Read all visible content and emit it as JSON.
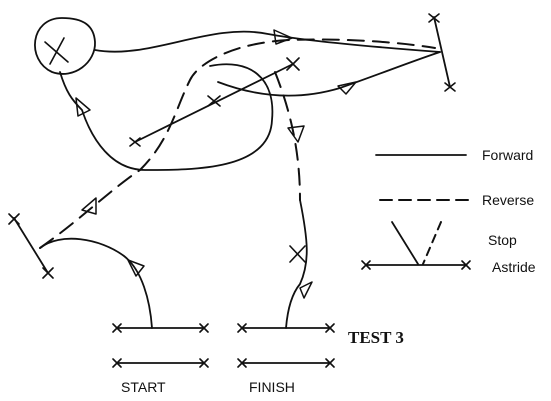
{
  "test_title": "TEST 3",
  "legend": {
    "forward": "Forward",
    "reverse": "Reverse",
    "stop_line1": "Stop",
    "stop_line2": "Astride"
  },
  "start_label": "START",
  "finish_label": "FINISH"
}
